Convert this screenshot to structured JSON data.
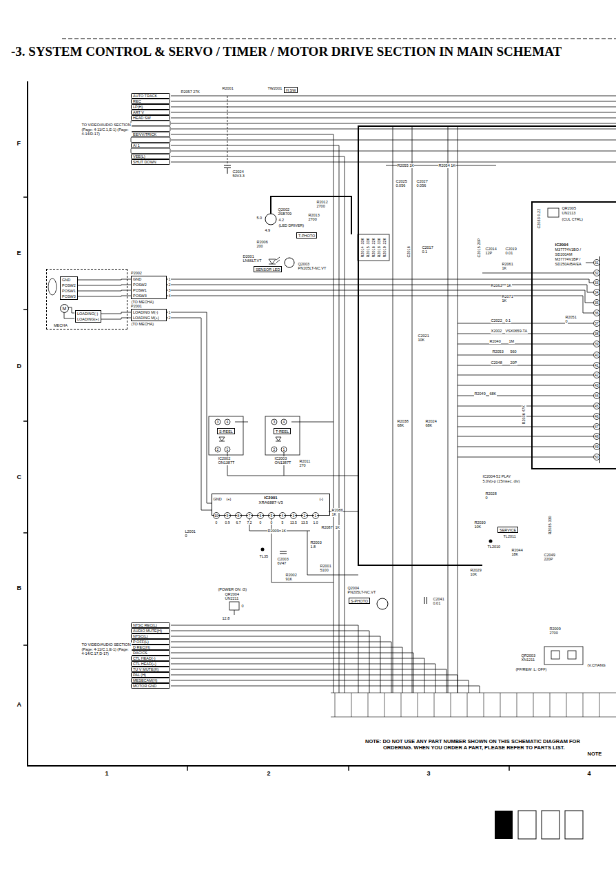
{
  "diagram": {
    "title": "-3. SYSTEM CONTROL & SERVO / TIMER / MOTOR DRIVE SECTION IN MAIN SCHEMAT",
    "nodes": [
      {
        "text": [
          "AUTO TRACK"
        ]
      },
      {
        "text": [
          "REC"
        ]
      },
      {
        "text": [
          "LP(H)"
        ]
      },
      {
        "text": [
          "ART V"
        ]
      },
      {
        "text": [
          "HEAD SW"
        ]
      },
      {
        "text": [
          "EE/VV/TRICK"
        ]
      },
      {
        "text": [
          "AI 1"
        ]
      },
      {
        "text": [
          "VEE(L)"
        ]
      },
      {
        "text": [
          "SHUT DOWN"
        ]
      },
      {
        "text": [
          "H.SW"
        ]
      },
      {
        "text": [
          "SENSOR LED"
        ]
      },
      {
        "text": [
          "T-PHOTO"
        ]
      },
      {
        "text": [
          "MECHA"
        ]
      },
      {
        "text": [
          "GND",
          "POSW2",
          "POSW1",
          "POSW3"
        ],
        "in": 12
      },
      {
        "text": [
          "M"
        ],
        "in": 12
      },
      {
        "text": [
          "LOADING(-)",
          "LOADING(+)"
        ],
        "in": 12
      },
      {
        "text": [
          "P2002",
          "GND",
          "POSW2",
          "POSW1",
          "POSW3"
        ]
      },
      {
        "text": [
          "P2001",
          "LOADING M(-)",
          "LOADING M(+)"
        ]
      },
      {
        "text": [
          "S-REEL"
        ]
      },
      {
        "text": [
          "T-REEL"
        ]
      },
      {
        "text": [
          "IC2001",
          "XRA6887-V3"
        ]
      },
      {
        "text": [
          "SERVICE"
        ]
      },
      {
        "text": [
          "S-PHOTO"
        ]
      },
      {
        "text": [
          "NTSC REC(L)"
        ]
      },
      {
        "text": [
          "AUDIO MUTE(H)"
        ]
      },
      {
        "text": [
          "NTSC(L)"
        ]
      },
      {
        "text": [
          "P OFF(L)"
        ]
      },
      {
        "text": [
          "D REC(H)"
        ]
      },
      {
        "text": [
          "DAC/CS"
        ]
      },
      {
        "text": [
          "CTL HEAD(-)"
        ]
      },
      {
        "text": [
          "CTL HEAD(+)"
        ]
      },
      {
        "text": [
          "TU V MUTE(H)"
        ]
      },
      {
        "text": [
          "PAL (H)"
        ]
      },
      {
        "text": [
          "MESECAM(H)"
        ]
      },
      {
        "text": [
          "MOTOR GND"
        ]
      }
    ],
    "edges": [
      {
        "from": 13,
        "to": 16,
        "arrow": "none"
      },
      {
        "from": 15,
        "to": 17,
        "arrow": "none"
      }
    ],
    "labels": [
      "R2057 27K",
      "R2001",
      "TW2001",
      "TO VIDEO/AUDIO SECTION (Page: 4-11/C.1,E-1) (Page: 4-14/D-17)",
      "C2024",
      "50V3.3",
      "R2055 1K",
      "R2054 1K",
      "C2025",
      "0.056",
      "C2027",
      "0.056",
      "R2012",
      "2700",
      "Q2002",
      "2SB709",
      "5.0",
      "4.2",
      "(LED DRIVER)",
      "R2013",
      "2700",
      "4.9",
      "R2006",
      "200",
      "D2001",
      "LN66LT.VT",
      "Q2003",
      "PN205LT-NC.VT",
      "R2014",
      "R2015",
      "R2016",
      "R2018",
      "R2019",
      "33K",
      "33K",
      "22K",
      "33K",
      "22K",
      "C2016",
      "C2017",
      "0.1",
      "C2015",
      "20P",
      "C2014",
      "12P",
      "C2019",
      "0.01",
      "R2061",
      "1K",
      "R2063",
      "1K",
      "R2071",
      "1K",
      "QR2005",
      "UN2113",
      "(CUL CTRL)",
      "C2033",
      "0.22",
      "IC2004",
      "M37774V1BO /",
      "SD200AM",
      "M37774V1BP /",
      "SD250A/BA/EA",
      "31",
      "32",
      "33",
      "34",
      "35",
      "36",
      "37",
      "38",
      "39",
      "40",
      "41",
      "42",
      "43",
      "44",
      "45",
      "46",
      "47",
      "48",
      "49",
      "50",
      "R2051",
      "0",
      "C2022",
      "0.1",
      "X2002",
      "VSX0659-TA",
      "R2040",
      "1M",
      "R2053",
      "560",
      "C2048",
      "20P",
      "C2021",
      "10K",
      "R2049",
      "68K",
      "R2036",
      "47K",
      "R2038",
      "68K",
      "R2024",
      "68K",
      "IC2004-52 PLAY",
      "5.0Vp-p (15msec. div)",
      "R2028",
      "0",
      "R2030",
      "10K",
      "TL2011",
      "TL2010",
      "R2044",
      "18K",
      "R2035",
      "330",
      "C2049",
      "220P",
      "R2029",
      "10K",
      "GND",
      "(+)",
      "(-)",
      "10",
      "9",
      "8",
      "7",
      "6",
      "5",
      "4",
      "3",
      "2",
      "1",
      "0",
      "0.9",
      "6.7",
      "7.2",
      "0",
      "0",
      "5",
      "13.5",
      "13.5",
      "1.0",
      "R2086",
      "1K",
      "R2087",
      "1K",
      "L2001",
      "0",
      "R2009",
      "1K",
      "TL35",
      "R2003",
      "1.8",
      "C2003",
      "6V47",
      "R2001",
      "5100",
      "R2002",
      "91K",
      "(POWER ON :G)",
      "QR2004",
      "UN2211",
      "0",
      "12.8",
      "Q2004",
      "PN205LT-NC.VT",
      "C2041",
      "0.01",
      "R2009",
      "2700",
      "QR2003",
      "XN1211",
      "(FF/REW :L: OFF)",
      "(V.CHANG",
      "TO VIDEO/AUDIO SECTION (Page: 4-11/C.1,E-1) (Page: 4-14/C.17,D-17)",
      "(TO MECHA)",
      "(TO MECHA)",
      "1",
      "2",
      "3",
      "4",
      "1",
      "2",
      "IC2002",
      "ON1387T",
      "IC2003",
      "ON1387T",
      "R2011",
      "270",
      "NOTE: DO NOT USE ANY PART NUMBER SHOWN ON THIS SCHEMATIC DIAGRAM FOR ORDERING. WHEN YOU ORDER A PART, PLEASE REFER TO PARTS LIST.",
      "NOTE",
      "F",
      "E",
      "D",
      "C",
      "B",
      "A",
      "1",
      "2",
      "3",
      "4",
      "3",
      "4",
      "2",
      "1",
      "3",
      "4",
      "2",
      "1"
    ]
  }
}
